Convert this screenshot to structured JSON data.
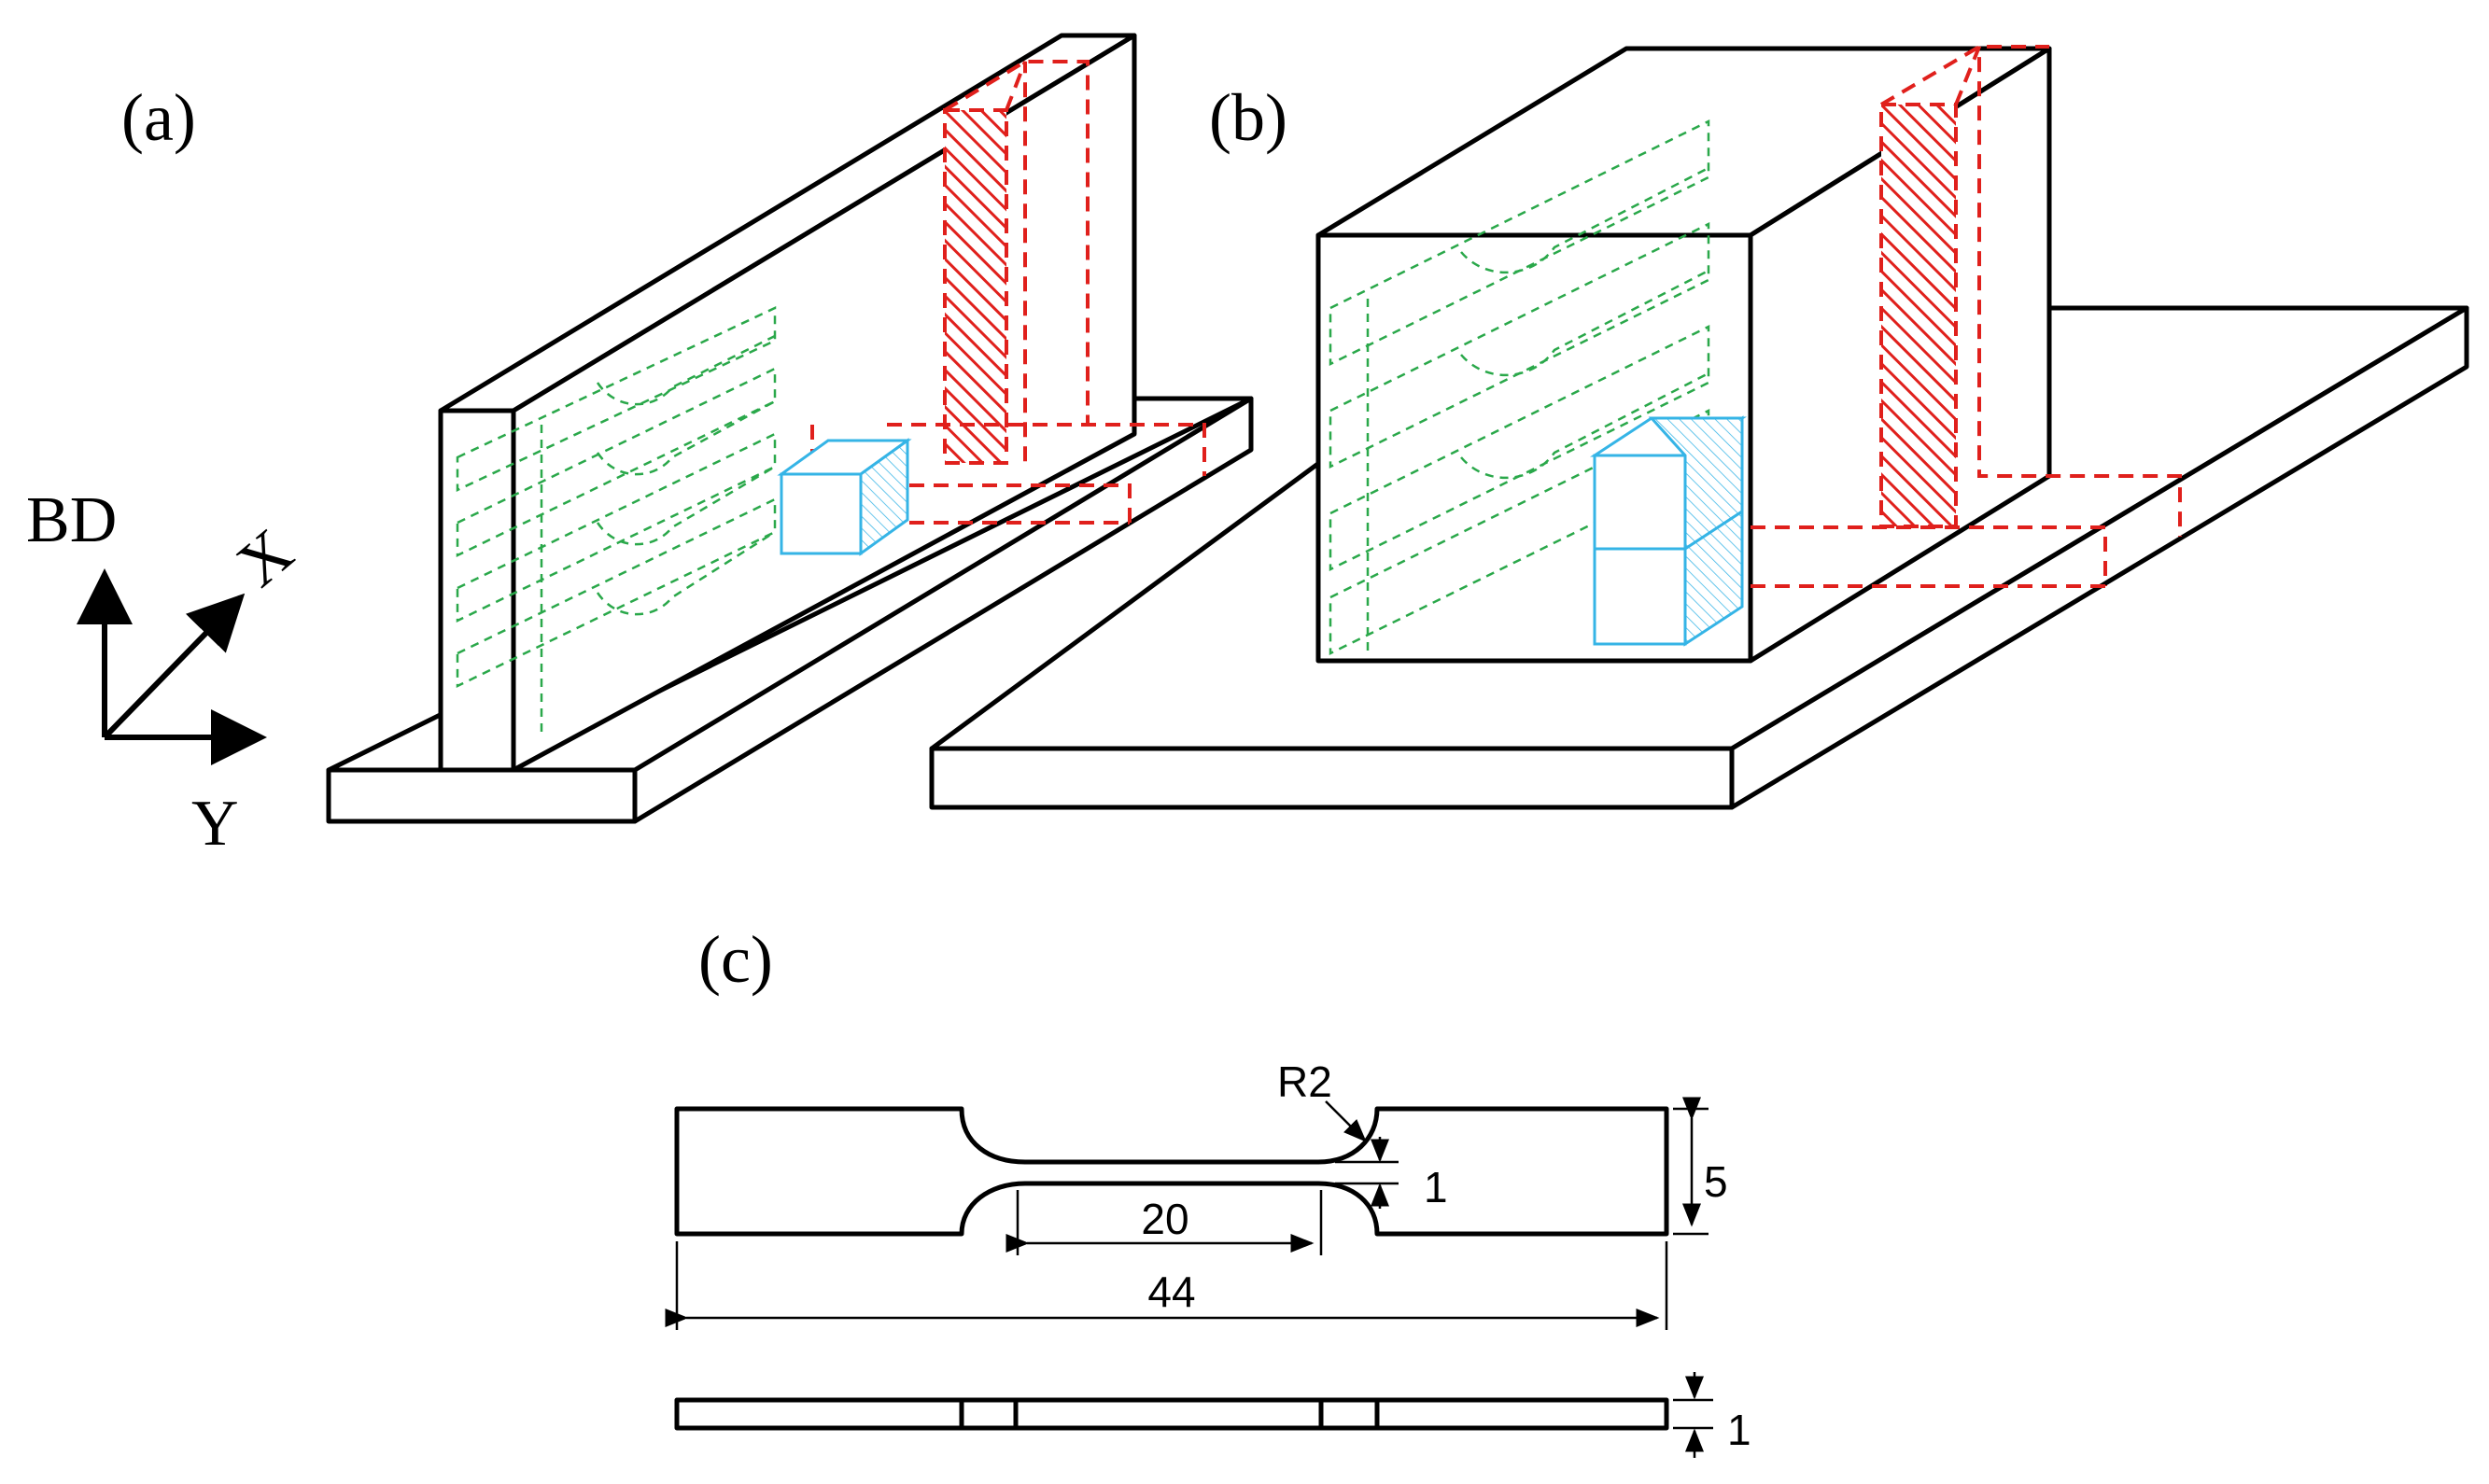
{
  "panels": {
    "a": {
      "label": "(a)"
    },
    "b": {
      "label": "(b)"
    },
    "c": {
      "label": "(c)"
    }
  },
  "axes": {
    "vertical": "BD",
    "diagonal": "X",
    "horizontal": "Y"
  },
  "dimensions": {
    "radius": "R2",
    "gauge_width": "1",
    "gauge_length": "20",
    "total_length": "44",
    "grip_width": "5",
    "thickness": "1"
  },
  "colors": {
    "outline": "#000000",
    "tensile_samples": "#2aa84a",
    "hatched_samples": "#e0201c",
    "cube_samples": "#35b4e6"
  }
}
